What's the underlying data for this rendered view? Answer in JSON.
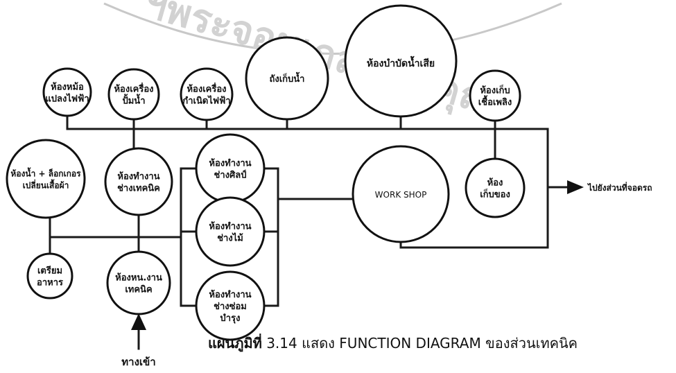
{
  "watermark": {
    "text": "ฯพระจอมเกล้าเจ้าคุณ"
  },
  "caption": {
    "prefix": "แผนภูมิที่",
    "rest": "3.14 แสดง FUNCTION DIAGRAM ของส่วนเทคนิค"
  },
  "nodes": [
    {
      "id": "transformer-room",
      "lines": [
        "ห้องหม้อ",
        "แปลงไฟฟ้า"
      ]
    },
    {
      "id": "pump-room",
      "lines": [
        "ห้องเครื่อง",
        "ปั้มน้ำ"
      ]
    },
    {
      "id": "generator-room",
      "lines": [
        "ห้องเครื่อง",
        "กำเนิดไฟฟ้า"
      ]
    },
    {
      "id": "water-tank",
      "lines": [
        "ถังเก็บน้ำ"
      ]
    },
    {
      "id": "wastewater-room",
      "lines": [
        "ห้องบำบัดน้ำเสีย"
      ]
    },
    {
      "id": "fuel-room",
      "lines": [
        "ห้องเก็บ",
        "เชื้อเพลิง"
      ]
    },
    {
      "id": "restroom-locker",
      "lines": [
        "ห้องน้ำ + ล็อกเกอร",
        "เปลี่ยนเสื้อผ้า"
      ]
    },
    {
      "id": "tech-work-room",
      "lines": [
        "ห้องทำงาน",
        "ช่างเทคนิค"
      ]
    },
    {
      "id": "art-work-room",
      "lines": [
        "ห้องทำงาน",
        "ช่างศิลป์"
      ]
    },
    {
      "id": "wood-work-room",
      "lines": [
        "ห้องทำงาน",
        "ช่างไม้"
      ]
    },
    {
      "id": "repair-work-room",
      "lines": [
        "ห้องทำงาน",
        "ช่างซ่อม",
        "บำรุง"
      ]
    },
    {
      "id": "workshop",
      "lines": [
        "WORK SHOP"
      ]
    },
    {
      "id": "storage-room",
      "lines": [
        "ห้อง",
        "เก็บของ"
      ]
    },
    {
      "id": "food-prep",
      "lines": [
        "เตรียม",
        "อาหาร"
      ]
    },
    {
      "id": "tech-head-room",
      "lines": [
        "ห้องหน.งาน",
        "เทคนิค"
      ]
    }
  ],
  "labels": {
    "exit": "ไปยังส่วนที่จอดรถ",
    "entrance": "ทางเข้า"
  }
}
